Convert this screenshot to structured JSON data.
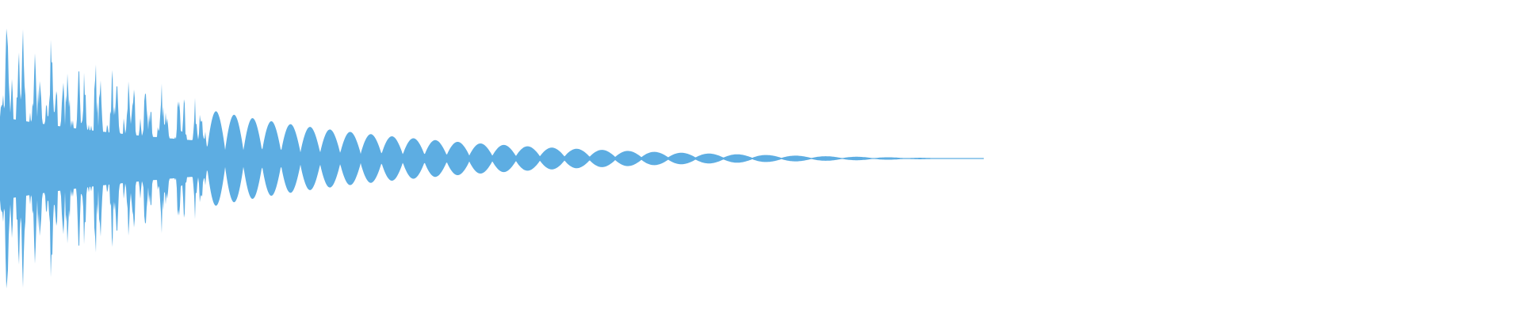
{
  "waveform": {
    "color": "#5dade2",
    "background": "#ffffff",
    "peak_amplitude": 1.0,
    "decay": "exponential",
    "audible_fraction": 0.64
  }
}
